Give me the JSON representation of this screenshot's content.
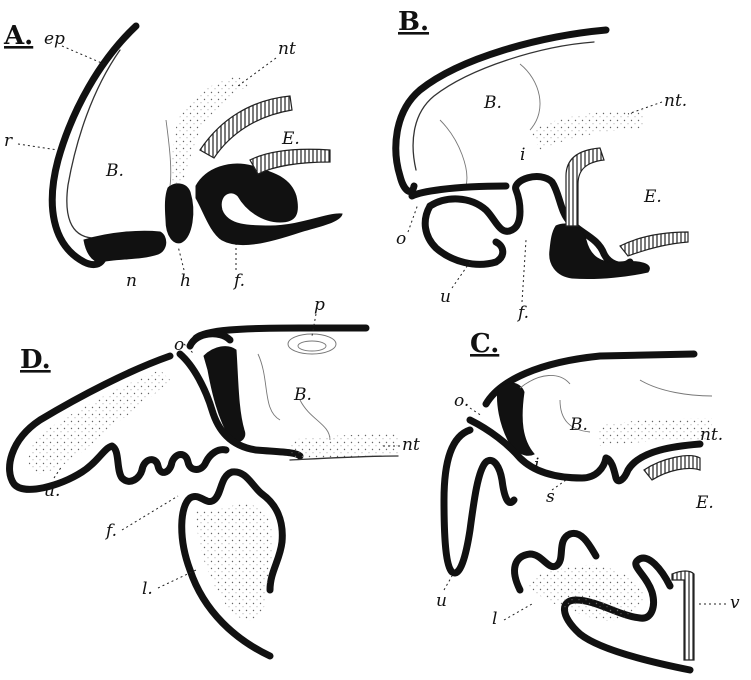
{
  "panels": {
    "A": {
      "title": "A.",
      "labels": {
        "ep": "ep",
        "r": "r",
        "nt": "nt",
        "E": "E.",
        "B": "B.",
        "n": "n",
        "h": "h",
        "f": "f."
      }
    },
    "B": {
      "title": "B.",
      "labels": {
        "B": "B.",
        "nt": "nt.",
        "i": "i",
        "E": "E.",
        "o": "o",
        "u": "u",
        "f": "f."
      }
    },
    "D": {
      "title": "D.",
      "labels": {
        "o": "o",
        "p": "p",
        "B": "B.",
        "u": "u.",
        "f": "f.",
        "nt": "nt",
        "l": "l."
      }
    },
    "C": {
      "title": "C.",
      "labels": {
        "o": "o.",
        "B": "B.",
        "i": "i",
        "nt": "nt.",
        "s": "s",
        "E": "E.",
        "u": "u",
        "l": "l",
        "v": "v"
      }
    }
  }
}
